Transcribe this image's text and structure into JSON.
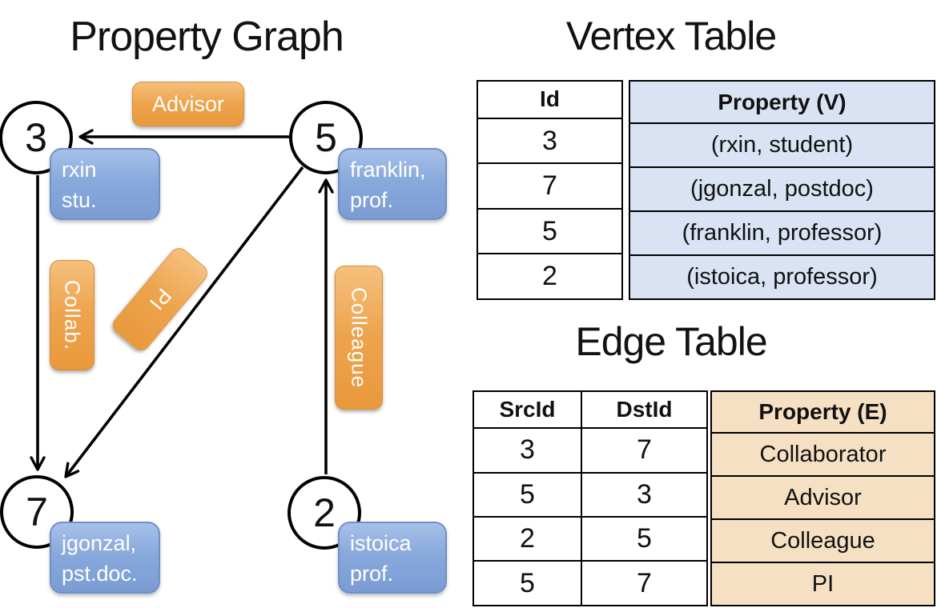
{
  "colors": {
    "background": "#ffffff",
    "node_fill": "#ffffff",
    "node_stroke": "#000000",
    "edge_line": "#000000",
    "vertex_box_blue": "#88a9dc",
    "vertex_box_border": "#6e90c8",
    "edge_box_orange": "#eda34c",
    "edge_box_border": "#d98f33",
    "vertex_table_cell_blue": "#d9e3f3",
    "edge_table_cell_tan": "#f6e0c3",
    "box_text": "#ffffff",
    "table_border": "#000000"
  },
  "property_graph": {
    "title": "Property Graph",
    "nodes": [
      {
        "id": "3"
      },
      {
        "id": "5"
      },
      {
        "id": "7"
      },
      {
        "id": "2"
      }
    ],
    "vertex_labels": [
      {
        "line1": "rxin",
        "line2": "stu."
      },
      {
        "line1": "franklin,",
        "line2": "prof."
      },
      {
        "line1": "jgonzal,",
        "line2": "pst.doc."
      },
      {
        "line1": "istoica",
        "line2": "prof."
      }
    ],
    "edge_labels": [
      {
        "label": "Advisor"
      },
      {
        "label": "Collab."
      },
      {
        "label": "PI"
      },
      {
        "label": "Colleague"
      }
    ]
  },
  "vertex_table": {
    "title": "Vertex Table",
    "headers": {
      "id": "Id",
      "property": "Property (V)"
    },
    "rows": [
      {
        "id": "3",
        "property": "(rxin, student)"
      },
      {
        "id": "7",
        "property": "(jgonzal, postdoc)"
      },
      {
        "id": "5",
        "property": "(franklin, professor)"
      },
      {
        "id": "2",
        "property": "(istoica, professor)"
      }
    ]
  },
  "edge_table": {
    "title": "Edge Table",
    "headers": {
      "src": "SrcId",
      "dst": "DstId",
      "property": "Property (E)"
    },
    "rows": [
      {
        "src": "3",
        "dst": "7",
        "property": "Collaborator"
      },
      {
        "src": "5",
        "dst": "3",
        "property": "Advisor"
      },
      {
        "src": "2",
        "dst": "5",
        "property": "Colleague"
      },
      {
        "src": "5",
        "dst": "7",
        "property": "PI"
      }
    ]
  }
}
